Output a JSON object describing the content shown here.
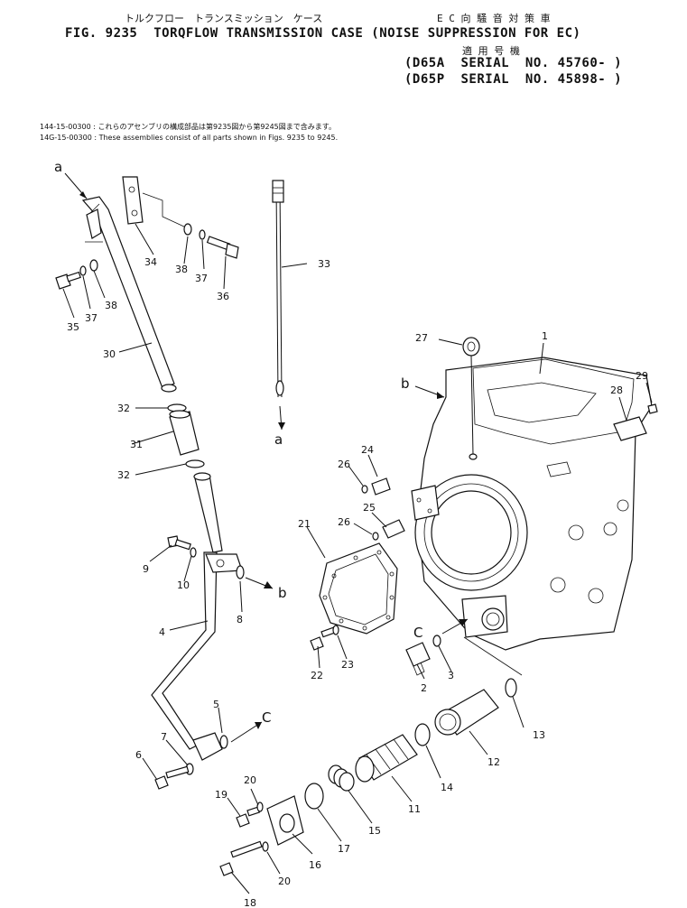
{
  "header": {
    "jp_title": "トルクフロー　トランスミッション　ケース",
    "jp_ec": "E C 向 騒 音 対 策 車",
    "fig_title": "FIG. 9235  TORQFLOW TRANSMISSION CASE (NOISE SUPPRESSION FOR EC)",
    "jp_applicable": "適 用 号 機",
    "serial_1": "(D65A  SERIAL  NO. 45760- )",
    "serial_2": "(D65P  SERIAL  NO. 45898- )"
  },
  "notes": {
    "note_jp": "144-15-00300 : これらのアセンブリの構成部品は第9235図から第9245図まで含みます。",
    "note_en": "14G-15-00300 : These assemblies consist of all parts shown in Figs. 9235 to 9245."
  },
  "callouts": {
    "c1": "1",
    "c2": "2",
    "c3": "3",
    "c4": "4",
    "c5": "5",
    "c6": "6",
    "c7": "7",
    "c8": "8",
    "c9": "9",
    "c10": "10",
    "c11": "11",
    "c12": "12",
    "c13": "13",
    "c14": "14",
    "c15": "15",
    "c16": "16",
    "c17": "17",
    "c18": "18",
    "c19": "19",
    "c20a": "20",
    "c20b": "20",
    "c21": "21",
    "c22": "22",
    "c23": "23",
    "c24": "24",
    "c25": "25",
    "c26a": "26",
    "c26b": "26",
    "c27": "27",
    "c28": "28",
    "c29": "29",
    "c30": "30",
    "c31": "31",
    "c32a": "32",
    "c32b": "32",
    "c33": "33",
    "c34": "34",
    "c35": "35",
    "c36": "36",
    "c37a": "37",
    "c37b": "37",
    "c38a": "38",
    "c38b": "38"
  },
  "refs": {
    "a_top": "a",
    "a_bottom": "a",
    "b_top": "b",
    "b_bottom": "b",
    "c_upper": "C",
    "c_lower": "C"
  }
}
